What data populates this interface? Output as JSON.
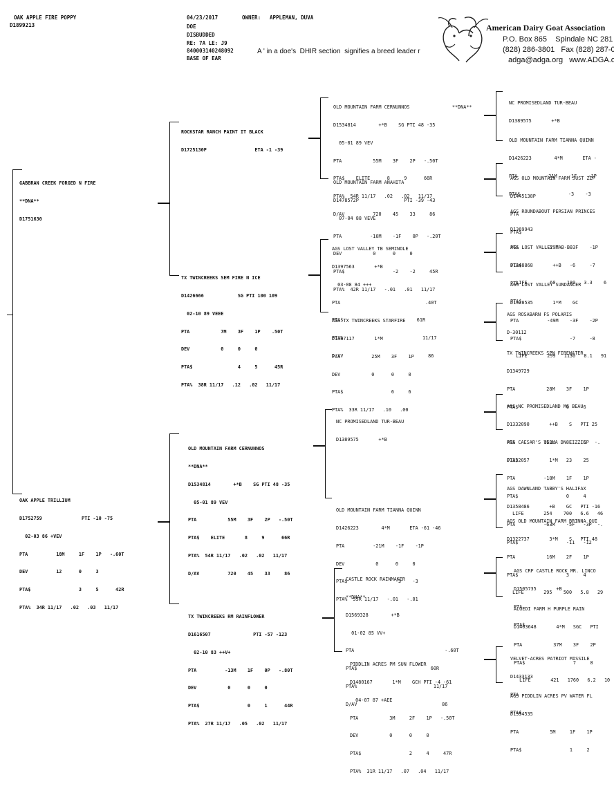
{
  "header": {
    "animal_name": "OAK APPLE FIRE POPPY",
    "animal_id": "D1899213",
    "date": "04/23/2017",
    "owner_label": "OWNER:",
    "owner_name": "APPLEMAN, DUVA",
    "sex": "DOE",
    "disbudded": "DISBUDDED",
    "tattoo": "RE: 7A LE: J9",
    "tag": "840003140248092",
    "tag_location": "BASE OF EAR",
    "note": "A ' in a doe's  DHIR section  signifies a breed leader r"
  },
  "association": {
    "name": "American Dairy Goat Association",
    "address": "P.O. Box 865    Spindale NC 281",
    "phone": "(828) 286-3801   Fax (828) 287-0",
    "contact": "adga@adga.org   www.ADGA.o"
  },
  "pedigree": {
    "sire": [
      "GABBRAN CREEK FORGED N FIRE",
      "**DNA**",
      "D1751630"
    ],
    "dam": [
      "OAK APPLE TRILLIUM",
      "D1752759              PTI -10 -75",
      "  02-03 86 +VEV",
      "PTA          18M     1F    1P   -.60T",
      "DEV          12      0     3",
      "PTA$                 3     5      42R",
      "PTA%  34R 11/17   .02   .03   11/17"
    ],
    "ss": [
      "ROCKSTAR RANCH PAINT IT BLACK",
      "D1725130P                 ETA -1 -39"
    ],
    "sd": [
      "TX TWINCREEKS SEM FIRE N ICE",
      "D1426666            SG PTI 100 109",
      "  02-10 89 VEEE",
      "PTA           7M    3F    1P    .50T",
      "DEV           0     0     0",
      "PTA$                4     5      45R",
      "PTA%  38R 11/17   .12   .02   11/17"
    ],
    "ds": [
      "OLD MOUNTAIN FARM CERNUNNOS",
      "**DNA**",
      "D1534814        +*B    SG PTI 48 -35",
      "  05-01 89 VEV",
      "PTA           55M    3F    2P   -.50T",
      "PTA$    ELITE       8     9      66R",
      "PTA%  54R 11/17   .02   .02   11/17",
      "D/AV          720    45    33     86"
    ],
    "dd": [
      "TX TWINCREEKS RM RAINFLOWER",
      "D1616507               PTI -57 -123",
      "  02-10 83 ++V+",
      "PTA          -13M    1F    0P   -.80T",
      "DEV           0      0     0",
      "PTA$                 0     1      44R",
      "PTA%  27R 11/17   .05   .02   11/17"
    ],
    "sss": [
      "OLD MOUNTAIN FARM CERNUNNOS               **DNA**",
      "D1534814        +*B    SG PTI 48 -35",
      "  05-01 89 VEV",
      "PTA           55M    3F    2P   -.50T",
      "PTA$    ELITE      8     9      66R",
      "PTA%  54R 11/17   .02   .02   11/17",
      "D/AV          720    45    33     86"
    ],
    "ssd": [
      "OLD MOUNTAIN FARM ANAHITA",
      "D1478572P                PTI -39 -43",
      "  07-04 88 VEVE",
      "PTA          -16M    -1F    0P   -.20T",
      "DEV           0      0     0",
      "PTA$                 -2    -2     45R",
      "PTA%  42R 11/17   -.01   .01   11/17"
    ],
    "sds": [
      "AGS LOST VALLEY TB SEMINOLE",
      "D1397563       +*B",
      "  03-08 84 +++",
      "PTA                              .40T",
      "PTA$                          61R",
      "PTA%                            11/17",
      "D/AV                              86"
    ],
    "sdd": [
      "AGS TX TWINCREEKS STARFIRE",
      "D1387117       1*M",
      "PTA           25M    3F    1P",
      "DEV           0      0     0",
      "PTA$                 6     6",
      "PTA%  33R 11/17   .10   .00"
    ],
    "dss": [
      "NC PROMISEDLAND TUR-BEAU",
      "D1389575       +*B"
    ],
    "dsd": [
      "OLD MOUNTAIN FARM TIANNA QUINN",
      "D1426223        4*M       ETA -61 -46",
      "PTA          -21M    -1F    -1P",
      "DEV           0      0     0",
      "PTA$                 -3    -3",
      "PTA%  55R 11/17   -.01   -.01"
    ],
    "dds": [
      "CASTLE ROCK RAINMAKER",
      "**DNA**",
      "D1569328        +*B",
      "  01-02 85 VV+",
      "PTA                                -.60T",
      "PTA$                          60R",
      "PTA%                           11/17",
      "D/AV                              86"
    ],
    "ddd": [
      "PIDDLIN ACRES PM SUN FLOWER",
      "D1480167       1*M    GCH PTI -4 -61",
      "  04-07 87 +AEE",
      "PTA           3M     2F    1P   -.50T",
      "DEV           0      0     0",
      "PTA$                 2     4     47R",
      "PTA%  31R 11/17   .07   .04   11/17"
    ],
    "g1": [
      "NC PROMISEDLAND TUR-BEAU",
      "D1389575       +*B"
    ],
    "g2": [
      "OLD MOUNTAIN FARM TIANNA QUINN",
      "D1426223        4*M       ETA -",
      "PTA          -21M    -1F    -1P",
      "PTA$                 -3    -3"
    ],
    "g3": [
      "AGS OLD MOUNTAIN FARM JUST ZIP",
      "D1445138P",
      "PTA",
      "PTA$"
    ],
    "g4": [
      "AGS ROUNDABOUT PERSIAN PRINCES",
      "D1369943",
      "PTA          -29M    -3F    -1P",
      "PTA$                 -6     -7",
      "  LIFE        60    180   3.3    6"
    ],
    "g5": [
      "AGS LOST VALLEY TAB-BO",
      "D1348868       ++B",
      "PTA",
      "PTA$"
    ],
    "g6": [
      "AGS LOST VALLEY SUNDANCER",
      "D1328535       1*M    GC",
      "PTA          -49M    -3F    -2P",
      "PTA$                 -7     -8",
      "  LIFE       299   1130   8.1   91"
    ],
    "g7": [
      "AGS ROSABARN FS POLARIS",
      "D-30112"
    ],
    "g8": [
      "TX TWINCREEKS SPN FIREWATER",
      "D1349729",
      "PTA           28M    3F    1P",
      "PTA$                 6     6"
    ],
    "g9": [
      "AGS NC PROMISEDLAND MG BEAU",
      "D1332090       ++B    S   PTI 25",
      "PTA          163M    8F    6P  -.",
      "PTA$                 23    25"
    ],
    "g10": [
      "AGS CAESAR'S VILLA DN LIZZIE",
      "D1332057       1*M",
      "PTA          -18M    1F    1P",
      "PTA$                 0     4",
      "  LIFE       254    700   6.6   46"
    ],
    "g11": [
      "AGS DAWNLAND TABBY'S HALIFAX",
      "D1358486       +B    GC   PTI -16",
      "PTA          -63M    -5F   -3P  -.",
      "PTA$                 -11   -12"
    ],
    "g12": [
      "AGS OLD MOUNTAIN FARM BRINNA QUI",
      "D1322737       3*M    S   PTI 48",
      "PTA           16M    2F    1P",
      "PTA$                 3     4",
      "  LIFE       295    500   5.8   29"
    ],
    "g13": [
      "AGS CRF CASTLE ROCK MR. LINCO",
      "D1505735       +B",
      "PTA",
      "PTA$"
    ],
    "g14": [
      "ALGEDI FARM H PURPLE RAIN",
      "D1403648       4*M   SGC   PTI",
      "PTA           37M    3F    2P",
      "PTA$                 7     8",
      "  LIFE       421   1760   6.2   10"
    ],
    "g15": [
      "VELVET-ACRES PATRIOT MISSILE",
      "D1433133",
      "PTA",
      "PTA$"
    ],
    "g16": [
      "AGS PIDDLIN ACRES PV WATER FL",
      "D1354535",
      "PTA           5M     1F    1P",
      "PTA$                 1     2"
    ]
  }
}
